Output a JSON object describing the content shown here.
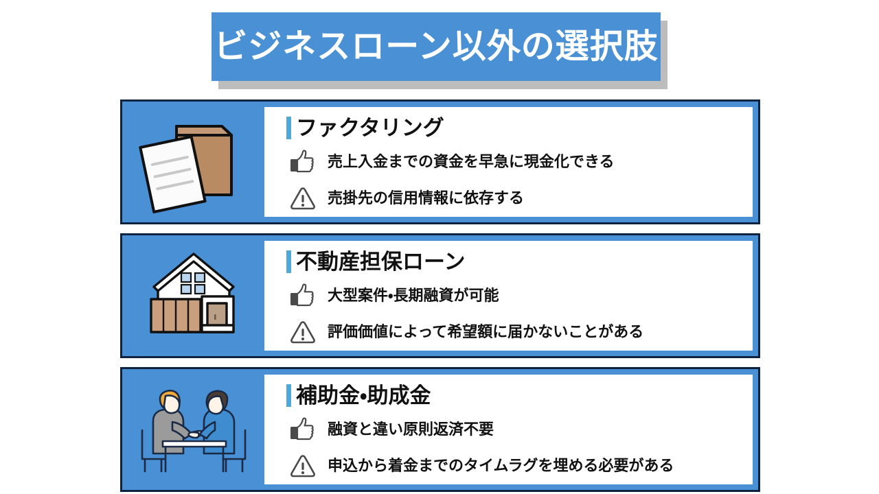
{
  "slide": {
    "title": "ビジネスローン以外の選択肢",
    "background_color": "#ffffff",
    "accent_color": "#4a90d4",
    "title_shadow_color": "#bdbdbd",
    "title_text_color": "#ffffff",
    "card_border_color": "#0d2340",
    "heading_accent_color": "#4fa8d8",
    "icon_color": "#4a4a4a"
  },
  "cards": [
    {
      "heading": "ファクタリング",
      "illustration": "invoice-envelope-icon",
      "pro": {
        "icon": "thumbs-up-icon",
        "text": "売上入金までの資金を早急に現金化できる"
      },
      "con": {
        "icon": "warning-triangle-icon",
        "text": "売掛先の信用情報に依存する"
      }
    },
    {
      "heading": "不動産担保ローン",
      "illustration": "house-icon",
      "pro": {
        "icon": "thumbs-up-icon",
        "text": "大型案件・長期融資が可能"
      },
      "con": {
        "icon": "warning-triangle-icon",
        "text": "評価価値によって希望額に届かないことがある"
      }
    },
    {
      "heading": "補助金・助成金",
      "illustration": "consultation-people-icon",
      "pro": {
        "icon": "thumbs-up-icon",
        "text": "融資と違い原則返済不要"
      },
      "con": {
        "icon": "warning-triangle-icon",
        "text": "申込から着金までのタイムラグを埋める必要がある"
      }
    }
  ]
}
